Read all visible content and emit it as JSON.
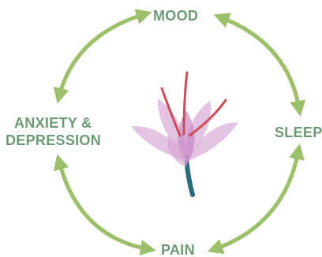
{
  "labels": {
    "top": "MOOD",
    "right": "SLEEP",
    "bottom": "PAIN",
    "left_line1": "ANXIETY &",
    "left_line2": "DEPRESSION"
  },
  "colors": {
    "label_text": "#6c9a74",
    "arrow": "#9cbf6a",
    "petal": "#d8a8d6",
    "petal_dark": "#c789c6",
    "stamen": "#cc4d56",
    "stem": "#2a6b7c"
  },
  "icons": {
    "center": "saffron-flower-icon"
  }
}
